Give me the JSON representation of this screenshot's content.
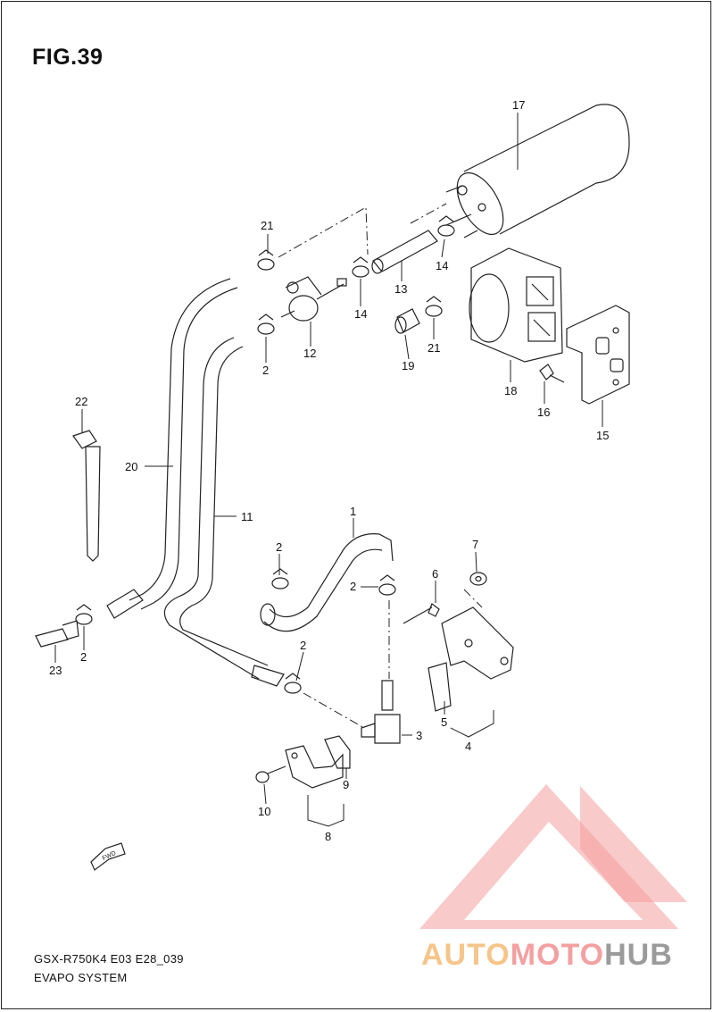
{
  "figure": {
    "title": "FIG.39"
  },
  "footer": {
    "model_code": "GSX-R750K4 E03 E28_039",
    "system_name": "EVAPO SYSTEM"
  },
  "watermark": {
    "part1": "AUTO",
    "part2": "MOTO",
    "part3": "HUB",
    "colors": {
      "auto": "#f6c58a",
      "moto": "#f4a0a0",
      "hub": "#9b9b9b",
      "logo": "#f28d8d"
    }
  },
  "fwd_arrow": {
    "label": "FWD"
  },
  "callouts": {
    "c1": "1",
    "c2a": "2",
    "c2b": "2",
    "c2c": "2",
    "c2d": "2",
    "c2e": "2",
    "c3": "3",
    "c4": "4",
    "c5": "5",
    "c6": "6",
    "c7": "7",
    "c8": "8",
    "c9": "9",
    "c10": "10",
    "c11": "11",
    "c12": "12",
    "c13": "13",
    "c14a": "14",
    "c14b": "14",
    "c15": "15",
    "c16": "16",
    "c17": "17",
    "c18": "18",
    "c19": "19",
    "c20": "20",
    "c21a": "21",
    "c21b": "21",
    "c22": "22",
    "c23": "23"
  }
}
